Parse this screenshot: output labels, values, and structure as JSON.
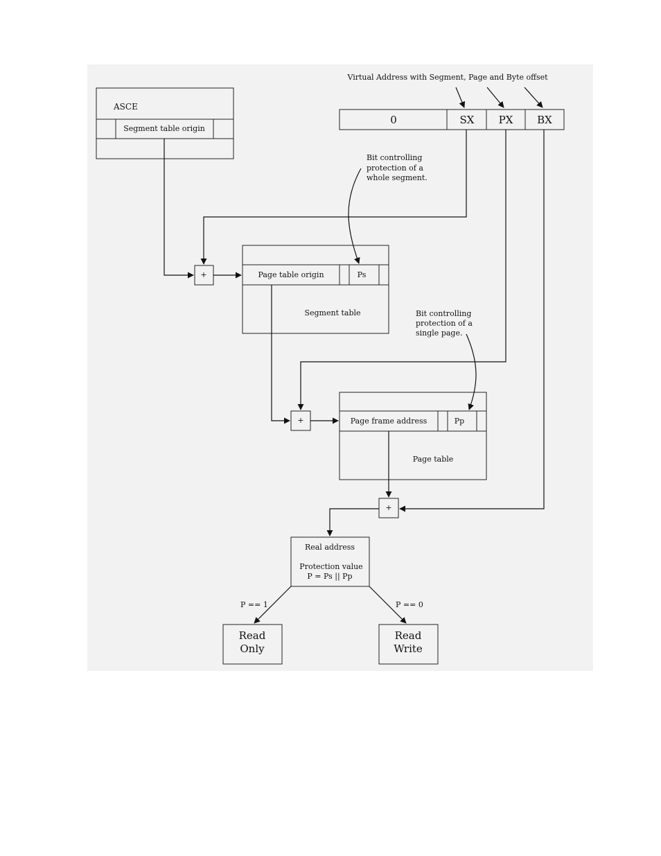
{
  "header_label": "Virtual Address with Segment, Page and Byte offset",
  "virtual_address": {
    "zero": "0",
    "sx": "SX",
    "px": "PX",
    "bx": "BX"
  },
  "asce": {
    "title": "ASCE",
    "segment_table_origin": "Segment table origin"
  },
  "segment_table": {
    "page_table_origin": "Page table origin",
    "ps": "Ps",
    "name": "Segment table"
  },
  "page_table": {
    "page_frame_address": "Page frame address",
    "pp": "Pp",
    "name": "Page table"
  },
  "adder_symbol": "+",
  "notes": {
    "segment_bit": [
      "Bit controlling",
      "protection of a",
      "whole segment."
    ],
    "page_bit": [
      "Bit controlling",
      "protection of a",
      "single page."
    ]
  },
  "result": {
    "real_address": "Real address",
    "protection_value": "Protection value",
    "formula": "P = Ps || Pp"
  },
  "branches": {
    "left_condition": "P == 1",
    "right_condition": "P == 0",
    "read_only": [
      "Read",
      "Only"
    ],
    "read_write": [
      "Read",
      "Write"
    ]
  },
  "colors": {
    "panel_background": "#f2f2f2",
    "line": "#111111"
  }
}
